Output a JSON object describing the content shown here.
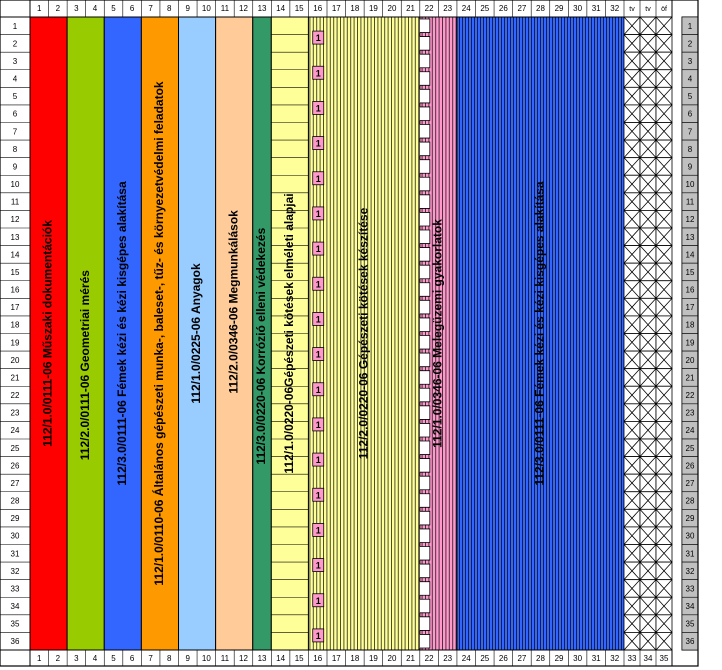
{
  "header_row": {
    "numbers": [
      "1",
      "2",
      "3",
      "4",
      "5",
      "6",
      "7",
      "8",
      "9",
      "10",
      "11",
      "12",
      "13",
      "14",
      "15",
      "16",
      "17",
      "18",
      "19",
      "20",
      "21",
      "22",
      "23",
      "24",
      "25",
      "26",
      "27",
      "28",
      "29",
      "30",
      "31",
      "32",
      "33",
      "34",
      "35"
    ],
    "extra_labels": [
      "tv",
      "tv",
      "öf"
    ]
  },
  "row_numbers": [
    "1",
    "2",
    "3",
    "4",
    "5",
    "6",
    "7",
    "8",
    "9",
    "10",
    "11",
    "12",
    "13",
    "14",
    "15",
    "16",
    "17",
    "18",
    "19",
    "20",
    "21",
    "22",
    "23",
    "24",
    "25",
    "26",
    "27",
    "28",
    "29",
    "30",
    "31",
    "32",
    "33",
    "34",
    "35",
    "36"
  ],
  "blocks": [
    {
      "label": "112/1.0/0111-06 Műszaki dokumentációk",
      "color": "#ff0000",
      "pattern": "solid"
    },
    {
      "label": "112/2.0/0111-06 Geometriai mérés",
      "color": "#99cc00",
      "pattern": "solid"
    },
    {
      "label": "112/3.0/0111-06 Fémek kézi és kézi kisgépes alakítása",
      "color": "#3366ff",
      "pattern": "solid"
    },
    {
      "label": "112/1.0/0110-06 Általános gépészeti munka-, baleset-, tűz- és környezetvédelmi feladatok",
      "color": "#ff9900",
      "pattern": "solid"
    },
    {
      "label": "112/1.0/0225-06 Anyagok",
      "color": "#99ccff",
      "pattern": "solid"
    },
    {
      "label": "112/2.0/0346-06 Megmunkálások",
      "color": "#ffcc99",
      "pattern": "solid"
    },
    {
      "label": "112/3.0/0220-06 Korrózió elleni védekezés",
      "color": "#339966",
      "pattern": "solid"
    },
    {
      "label": "112/1.0/0220-06Gépészeti kötések elméleti alapjai",
      "color": "#ffff99",
      "pattern": "solid"
    },
    {
      "label": "112/2.0/0220-06 Gépészeti kötések készítése",
      "color": "#ffff99",
      "pattern": "vlines"
    },
    {
      "label": "112/1.0/0346-06 Melegüzemi gyakorlatok",
      "color": "#ff99cc",
      "pattern": "vlines"
    },
    {
      "label": "112/3.0/0111-06 Fémek kézi és kézi kisgépes alakítása",
      "color": "#3366ff",
      "pattern": "vlines"
    }
  ],
  "lesson_marker": "1",
  "colors": {
    "grid": "#000000",
    "row_number_bg": "#c0c0c0",
    "marker_bg": "#ff99cc"
  }
}
